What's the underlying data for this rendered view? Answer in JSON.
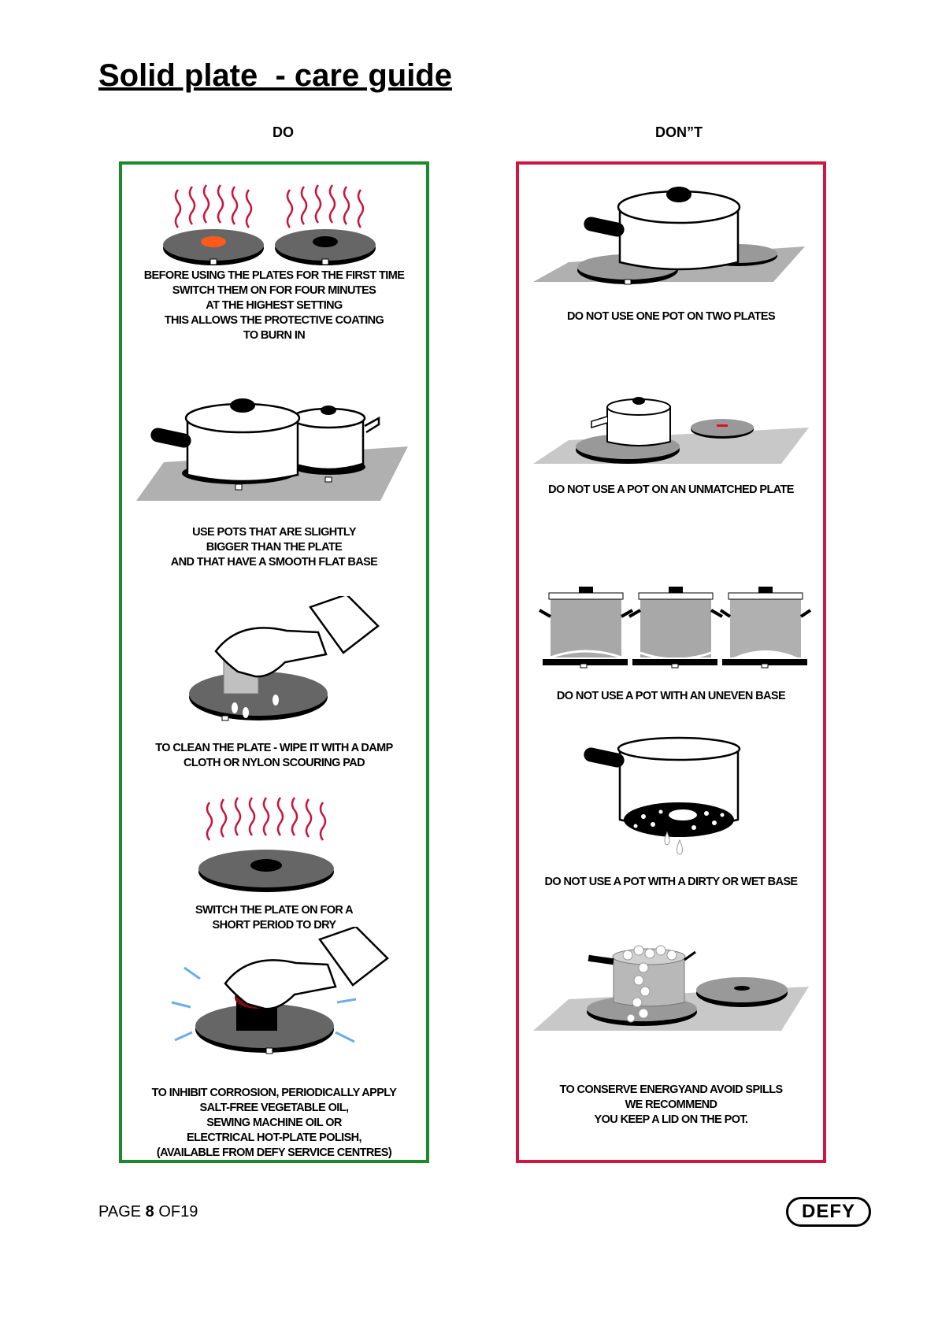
{
  "page": {
    "title": "Solid plate  - care guide",
    "do_heading": "DO",
    "dont_heading": "DON”T"
  },
  "do_items": [
    {
      "caption": "BEFORE USING THE PLATES FOR THE FIRST TIME\nSWITCH THEM ON FOR FOUR MINUTES\nAT THE HIGHEST SETTING\nTHIS ALLOWS THE PROTECTIVE COATING\nTO BURN IN",
      "illustration": "heated-plates-icon"
    },
    {
      "caption": "USE POTS THAT ARE SLIGHTLY\nBIGGER THAN THE PLATE\nAND THAT HAVE A SMOOTH FLAT BASE",
      "illustration": "pots-on-plates-icon"
    },
    {
      "caption": "TO CLEAN THE PLATE - WIPE IT WITH  A  DAMP\nCLOTH OR NYLON SCOURING PAD",
      "illustration": "hand-cleaning-icon"
    },
    {
      "caption": "SWITCH THE PLATE ON  FOR A\nSHORT PERIOD TO DRY",
      "illustration": "drying-plate-icon"
    },
    {
      "caption": "TO INHIBIT CORROSION, PERIODICALLY APPLY\nSALT-FREE VEGETABLE OIL,\nSEWING MACHINE OIL OR\nELECTRICAL HOT-PLATE POLISH,\n(AVAILABLE FROM DEFY SERVICE CENTRES)",
      "illustration": "hand-polishing-icon"
    }
  ],
  "dont_items": [
    {
      "caption": "DO NOT USE ONE POT ON TWO PLATES",
      "illustration": "pot-two-plates-icon"
    },
    {
      "caption": "DO NOT USE A POT ON AN UNMATCHED PLATE",
      "illustration": "unmatched-plate-icon"
    },
    {
      "caption": "DO NOT USE A POT WITH AN UNEVEN  BASE",
      "illustration": "uneven-base-icon"
    },
    {
      "caption": "DO NOT USE A POT WITH A DIRTY OR WET BASE",
      "illustration": "wet-base-icon"
    },
    {
      "caption": "TO CONSERVE ENERGYAND AVOID SPILLS\nWE RECOMMEND\nYOU KEEP A LID ON THE POT.",
      "illustration": "boiling-over-icon"
    }
  ],
  "footer": {
    "page_prefix": "PAGE ",
    "page_number": "8",
    "page_suffix": " OF19",
    "logo_text": "DEFY"
  },
  "colors": {
    "do_border": "#1a8a2a",
    "dont_border": "#d0163e",
    "heat_waves": "#c8143c",
    "hot_plate": "#ff5a1a"
  }
}
